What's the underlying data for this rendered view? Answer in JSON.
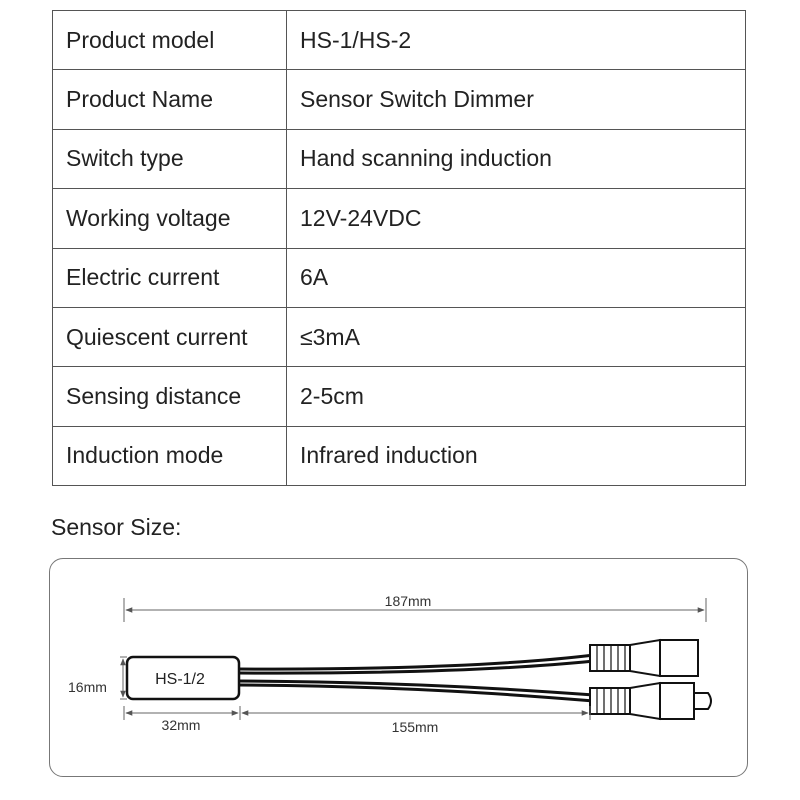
{
  "spec_table": {
    "rows": [
      {
        "label": "Product model",
        "value": "HS-1/HS-2"
      },
      {
        "label": "Product Name",
        "value": "Sensor Switch Dimmer"
      },
      {
        "label": "Switch type",
        "value": "Hand scanning induction"
      },
      {
        "label": "Working voltage",
        "value": "12V-24VDC"
      },
      {
        "label": "Electric current",
        "value": "6A"
      },
      {
        "label": "Quiescent current",
        "value": "≤3mA"
      },
      {
        "label": "Sensing distance",
        "value": "2-5cm"
      },
      {
        "label": "Induction mode",
        "value": "Infrared induction"
      }
    ]
  },
  "sensor_size": {
    "title": "Sensor Size:",
    "module_label": "HS-1/2",
    "total_length": "187mm",
    "height": "16mm",
    "module_length": "32mm",
    "cable_length": "155mm"
  }
}
